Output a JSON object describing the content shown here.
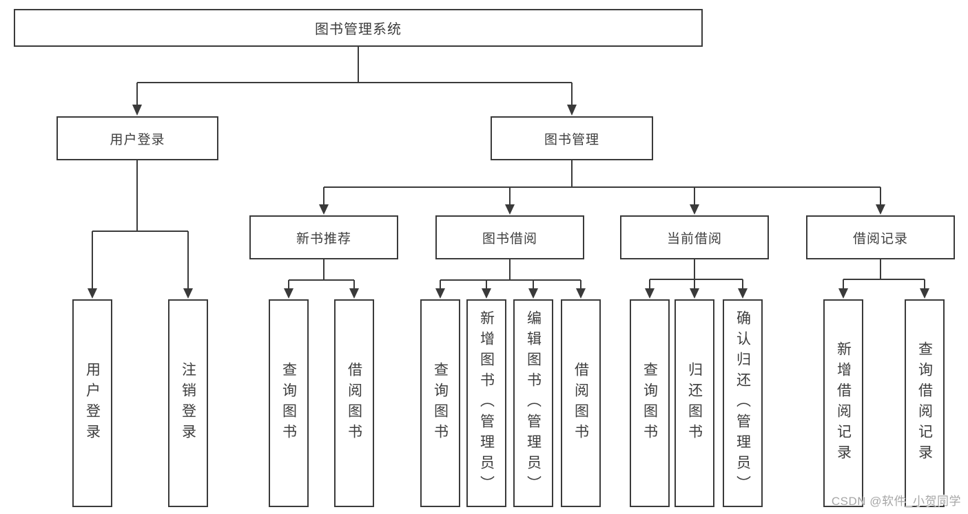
{
  "diagram": {
    "root": {
      "label": "图书管理系统"
    },
    "level2": [
      {
        "label": "用户登录"
      },
      {
        "label": "图书管理"
      }
    ],
    "level3": [
      {
        "label": "新书推荐"
      },
      {
        "label": "图书借阅"
      },
      {
        "label": "当前借阅"
      },
      {
        "label": "借阅记录"
      }
    ],
    "leaves": {
      "user_login": [
        "用户登录",
        "注销登录"
      ],
      "new_book": [
        "查询图书",
        "借阅图书"
      ],
      "book_borrow": [
        "查询图书",
        "新增图书（管理员）",
        "编辑图书（管理员）",
        "借阅图书"
      ],
      "current_borrow": [
        "查询图书",
        "归还图书",
        "确认归还（管理员）"
      ],
      "borrow_record": [
        "新增借阅记录",
        "查询借阅记录"
      ]
    }
  },
  "watermark": {
    "text": "CSDN @软件_小贺同学"
  },
  "colors": {
    "line": "#3a3a3a",
    "text": "#3d3d3d",
    "background": "#ffffff",
    "watermark": "#a6a6a6"
  }
}
